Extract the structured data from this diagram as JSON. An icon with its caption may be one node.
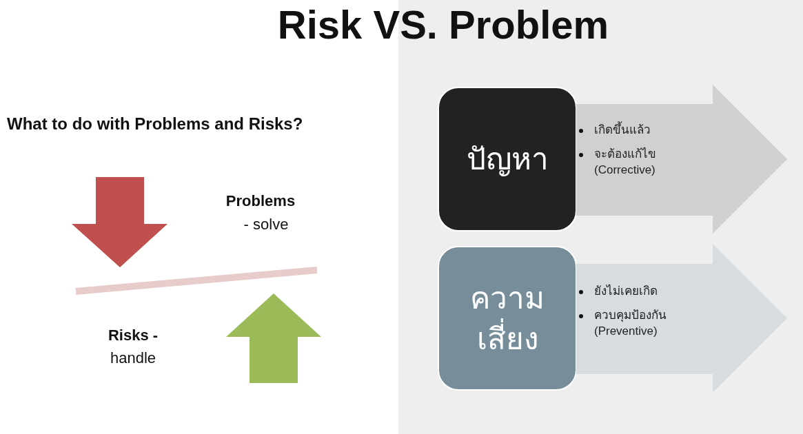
{
  "diagram": {
    "title": "Risk VS. Problem",
    "nodes": [
      {
        "text": [
          "ปัญหา"
        ]
      },
      {
        "text": [
          "เกิดขึ้นแล้ว",
          "จะต้องแก้ไข (Corrective)"
        ]
      },
      {
        "text": [
          "ความเสี่ยง"
        ]
      },
      {
        "text": [
          "ยังไม่เคยเกิด",
          "ควบคุมป้องกัน (Preventive)"
        ]
      }
    ],
    "labels": [
      "What to do with Problems and Risks?",
      "Problems",
      "- solve",
      "Risks -",
      "handle"
    ]
  }
}
